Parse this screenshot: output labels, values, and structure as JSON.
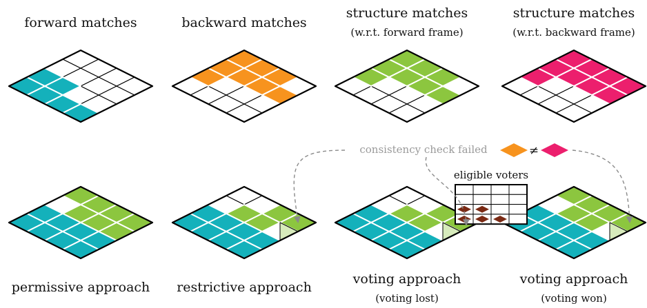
{
  "colors": {
    "teal": "#14b1bb",
    "orange": "#f7931e",
    "green": "#8cc63f",
    "pink": "#ec1f6d",
    "brown": "#7a2a14",
    "grid": "#000000",
    "cell_border": "#ffffff",
    "arrow": "#8a8a8a"
  },
  "labels": {
    "forward": "forward matches",
    "backward": "backward matches",
    "structure_fwd": "structure matches",
    "structure_fwd_sub": "(w.r.t. forward frame)",
    "structure_bwd": "structure matches",
    "structure_bwd_sub": "(w.r.t. backward frame)",
    "permissive": "permissive approach",
    "restrictive": "restrictive approach",
    "voting_lost": "voting approach",
    "voting_lost_sub": "(voting lost)",
    "voting_won": "voting approach",
    "voting_won_sub": "(voting won)",
    "consistency": "consistency check failed",
    "not_equal": "≠",
    "eligible": "eligible voters"
  },
  "grids": [
    {
      "id": "forward-grid",
      "cells": [
        [
          0,
          0,
          0,
          0
        ],
        [
          0,
          0,
          0,
          0
        ],
        [
          1,
          1,
          0,
          0
        ],
        [
          1,
          1,
          1,
          1
        ]
      ],
      "colors": {
        "1": "teal"
      }
    },
    {
      "id": "backward-grid",
      "cells": [
        [
          1,
          1,
          1,
          0
        ],
        [
          1,
          1,
          1,
          1
        ],
        [
          1,
          0,
          0,
          0
        ],
        [
          0,
          0,
          0,
          0
        ]
      ],
      "colors": {
        "1": "orange"
      }
    },
    {
      "id": "structure-forward-grid",
      "cells": [
        [
          1,
          1,
          1,
          0
        ],
        [
          1,
          1,
          1,
          1
        ],
        [
          1,
          0,
          0,
          0
        ],
        [
          0,
          0,
          0,
          0
        ]
      ],
      "colors": {
        "1": "green"
      }
    },
    {
      "id": "structure-backward-grid",
      "cells": [
        [
          1,
          1,
          1,
          1
        ],
        [
          1,
          1,
          1,
          1
        ],
        [
          1,
          0,
          0,
          0
        ],
        [
          0,
          0,
          0,
          0
        ]
      ],
      "colors": {
        "1": "pink"
      }
    },
    {
      "id": "permissive-grid",
      "cells": [
        [
          2,
          2,
          2,
          2
        ],
        [
          0,
          2,
          2,
          2
        ],
        [
          1,
          1,
          1,
          1
        ],
        [
          1,
          1,
          1,
          1
        ]
      ],
      "colors": {
        "1": "teal",
        "2": "green"
      }
    },
    {
      "id": "restrictive-grid",
      "cells": [
        [
          0,
          0,
          2,
          2
        ],
        [
          0,
          2,
          2,
          3
        ],
        [
          1,
          1,
          1,
          1
        ],
        [
          1,
          1,
          1,
          1
        ]
      ],
      "colors": {
        "1": "teal",
        "2": "green"
      }
    },
    {
      "id": "voting-lost-grid",
      "cells": [
        [
          0,
          0,
          2,
          2
        ],
        [
          0,
          2,
          2,
          3
        ],
        [
          1,
          1,
          1,
          1
        ],
        [
          1,
          1,
          1,
          1
        ]
      ],
      "colors": {
        "1": "teal",
        "2": "green"
      }
    },
    {
      "id": "voting-won-grid",
      "cells": [
        [
          2,
          2,
          2,
          2
        ],
        [
          0,
          2,
          2,
          3
        ],
        [
          1,
          1,
          1,
          1
        ],
        [
          1,
          1,
          1,
          1
        ]
      ],
      "colors": {
        "1": "teal",
        "2": "green"
      }
    }
  ],
  "eligible_voters": [
    [
      0,
      0,
      0,
      0
    ],
    [
      0,
      0,
      0,
      0
    ],
    [
      1,
      1,
      0,
      0
    ],
    [
      1,
      1,
      1,
      0
    ]
  ]
}
